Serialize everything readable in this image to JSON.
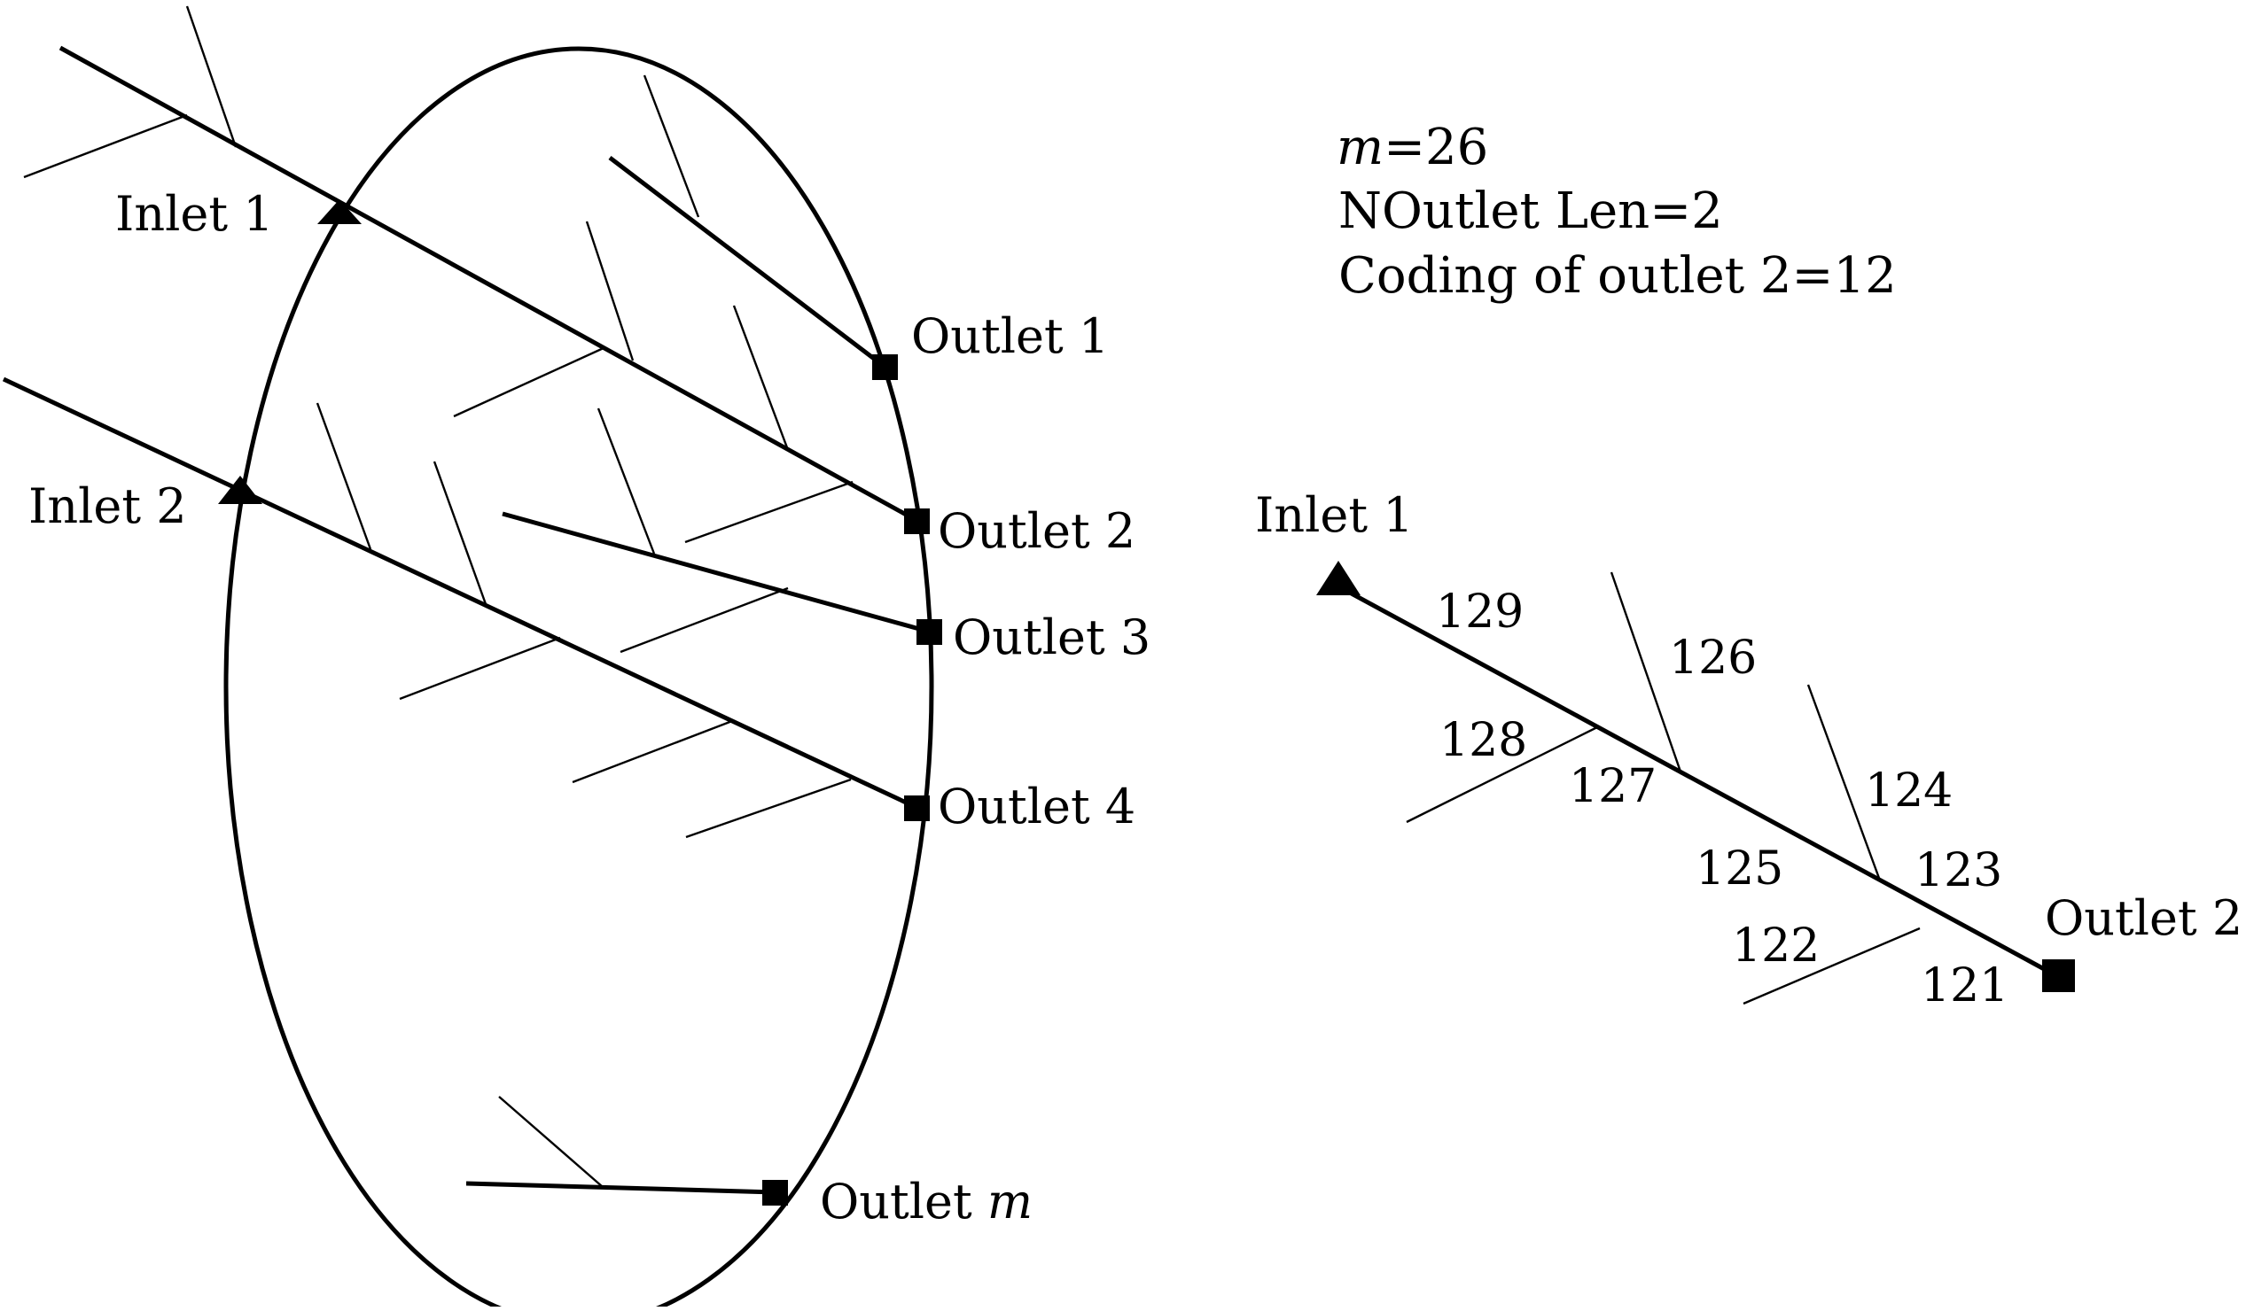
{
  "left_diagram": {
    "inlets": [
      {
        "id": "inlet-1",
        "label": "Inlet 1"
      },
      {
        "id": "inlet-2",
        "label": "Inlet 2"
      }
    ],
    "outlets": [
      {
        "id": "outlet-1",
        "label": "Outlet 1"
      },
      {
        "id": "outlet-2",
        "label": "Outlet 2"
      },
      {
        "id": "outlet-3",
        "label": "Outlet 3"
      },
      {
        "id": "outlet-4",
        "label": "Outlet 4"
      },
      {
        "id": "outlet-m",
        "label_prefix": "Outlet ",
        "label_var": "m"
      }
    ]
  },
  "info": {
    "m_var": "m",
    "m_value": "=26",
    "noutlet_len": "NOutlet Len=2",
    "coding": "Coding of outlet 2=12"
  },
  "right_diagram": {
    "inlet_label": "Inlet 1",
    "outlet_label": "Outlet 2",
    "segment_codes": [
      "129",
      "126",
      "128",
      "127",
      "124",
      "125",
      "123",
      "122",
      "121"
    ]
  }
}
